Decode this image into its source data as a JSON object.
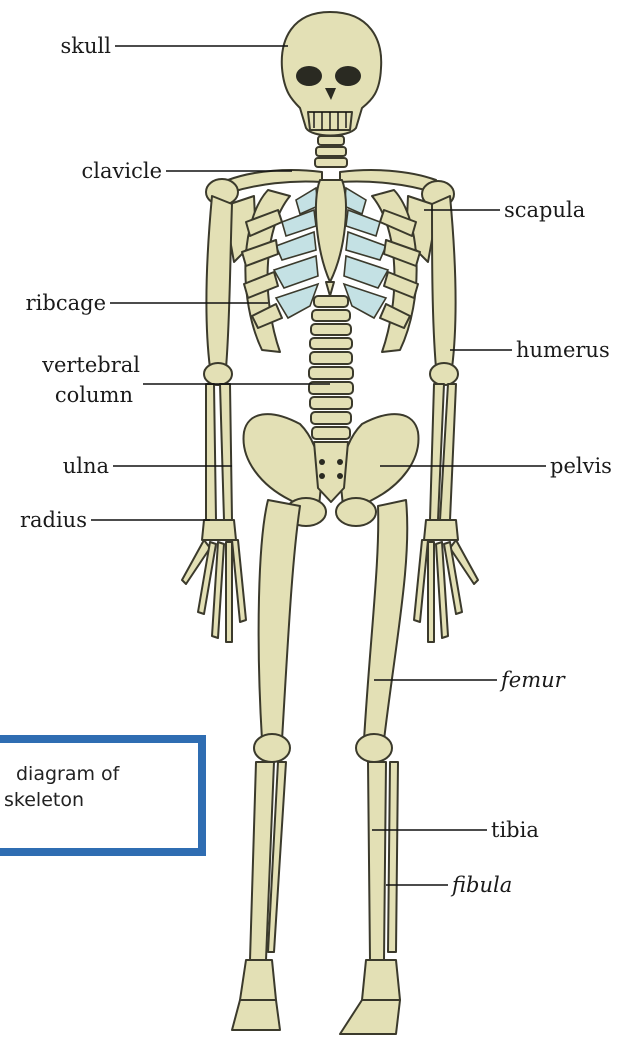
{
  "labels": {
    "skull": "skull",
    "clavicle": "clavicle",
    "scapula": "scapula",
    "ribcage": "ribcage",
    "humerus": "humerus",
    "vertebral_1": "vertebral",
    "vertebral_2": "column",
    "ulna": "ulna",
    "pelvis": "pelvis",
    "radius": "radius",
    "femur": "femur",
    "tibia": "tibia",
    "fibula": "fibula"
  },
  "caption": {
    "line1": "diagram of",
    "line2": "skeleton"
  },
  "colors": {
    "bone": "#e3e0b5",
    "cartilage": "#c4e1e4",
    "caption_border": "#2f6db2"
  }
}
